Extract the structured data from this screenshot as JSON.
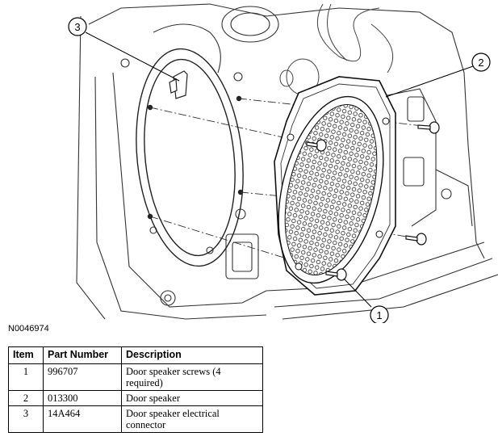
{
  "figure": {
    "id": "N0046974",
    "callouts": [
      {
        "n": "3"
      },
      {
        "n": "2"
      },
      {
        "n": "1"
      }
    ]
  },
  "table": {
    "headers": [
      "Item",
      "Part Number",
      "Description"
    ],
    "rows": [
      {
        "item": "1",
        "part": "996707",
        "desc": "Door speaker screws (4 required)"
      },
      {
        "item": "2",
        "part": "013300",
        "desc": "Door speaker"
      },
      {
        "item": "3",
        "part": "14A464",
        "desc": "Door speaker electrical connector"
      }
    ]
  }
}
